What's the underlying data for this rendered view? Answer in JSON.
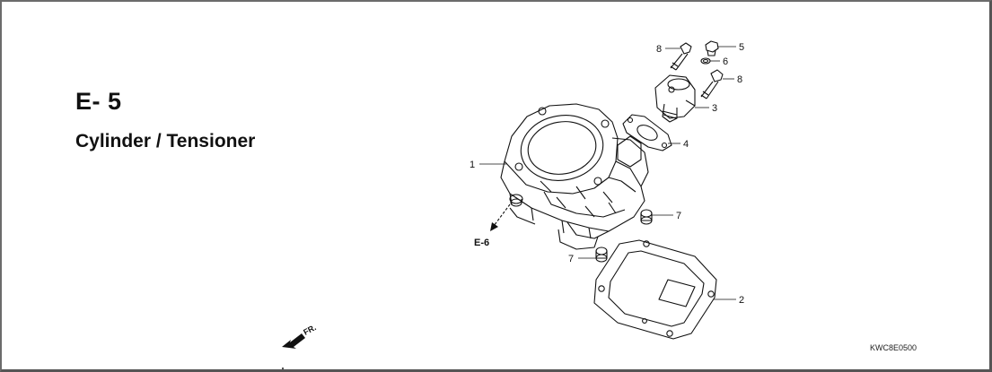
{
  "section": {
    "code": "E- 5",
    "title": "Cylinder / Tensioner"
  },
  "direction_label": "FR.",
  "reference": {
    "label": "E-6"
  },
  "part_code": "KWC8E0500",
  "callouts": {
    "c1": "1",
    "c2": "2",
    "c3": "3",
    "c4": "4",
    "c5": "5",
    "c6": "6",
    "c7a": "7",
    "c7b": "7",
    "c8a": "8",
    "c8b": "8"
  },
  "colors": {
    "line": "#111111",
    "border": "#6b6b6b",
    "background": "#ffffff"
  }
}
